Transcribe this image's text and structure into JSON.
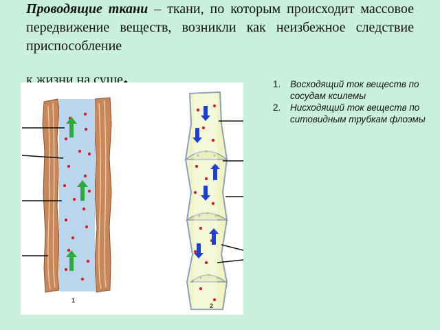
{
  "paragraph": {
    "term": "Проводящие ткани",
    "line1_rest": " – ткани, по которым",
    "line2": "происходит массовое передвижение веществ,",
    "line3": "возникли как неизбежное следствие приспособление",
    "line4": "к жизни на суше",
    "period": "."
  },
  "list": [
    {
      "number": "1.",
      "text": "Восходящий ток веществ по сосудам ксилемы"
    },
    {
      "number": "2.",
      "text": "Нисходящий ток веществ по ситовидным трубкам флоэмы"
    }
  ],
  "figure": {
    "label_1": "1",
    "label_2": "2"
  },
  "colors": {
    "background": "#c9f0dd",
    "wood": "#c8875a",
    "vessel": "#b9d6ec",
    "phloem": "#f0f4c4",
    "up_arrow": "#2eaa3c",
    "down_arrow": "#1f3fd0",
    "dots": "#d41f2a"
  }
}
